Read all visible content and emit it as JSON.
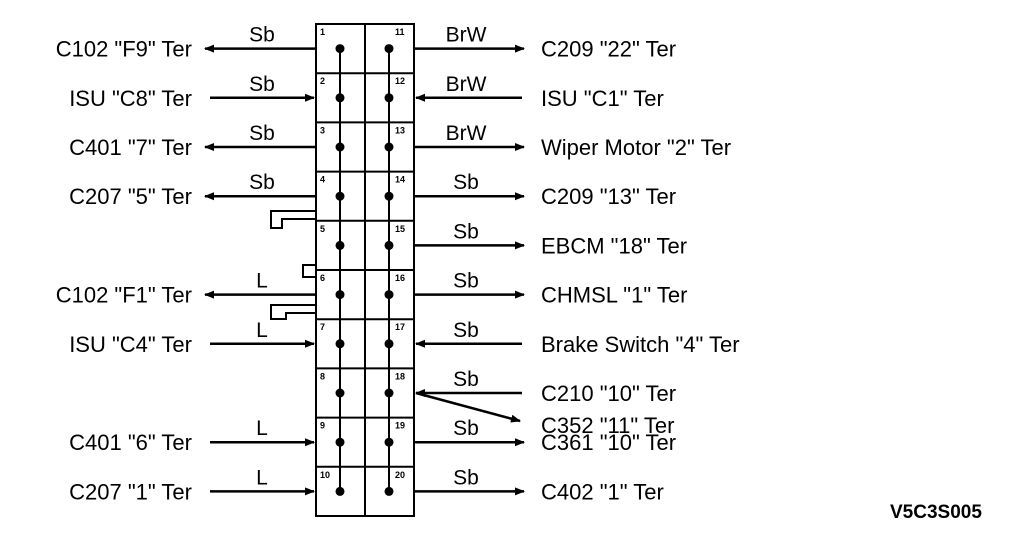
{
  "diagram": {
    "figure_id": "V5C3S005",
    "rows": [
      {
        "left_pin": "1",
        "right_pin": "11",
        "left_label": "C102 \"F9\" Ter",
        "left_wire": "Sb",
        "left_dir": "out",
        "right_label": "C209 \"22\" Ter",
        "right_wire": "BrW",
        "right_dir": "out"
      },
      {
        "left_pin": "2",
        "right_pin": "12",
        "left_label": "ISU \"C8\" Ter",
        "left_wire": "Sb",
        "left_dir": "in",
        "right_label": "ISU \"C1\" Ter",
        "right_wire": "BrW",
        "right_dir": "in"
      },
      {
        "left_pin": "3",
        "right_pin": "13",
        "left_label": "C401 \"7\" Ter",
        "left_wire": "Sb",
        "left_dir": "out",
        "right_label": "Wiper Motor \"2\" Ter",
        "right_wire": "BrW",
        "right_dir": "out"
      },
      {
        "left_pin": "4",
        "right_pin": "14",
        "left_label": "C207 \"5\" Ter",
        "left_wire": "Sb",
        "left_dir": "out",
        "right_label": "C209 \"13\" Ter",
        "right_wire": "Sb",
        "right_dir": "out"
      },
      {
        "left_pin": "5",
        "right_pin": "15",
        "left_label": "",
        "left_wire": "",
        "left_dir": "",
        "right_label": "EBCM \"18\" Ter",
        "right_wire": "Sb",
        "right_dir": "out"
      },
      {
        "left_pin": "6",
        "right_pin": "16",
        "left_label": "C102 \"F1\" Ter",
        "left_wire": "L",
        "left_dir": "out",
        "right_label": "CHMSL \"1\" Ter",
        "right_wire": "Sb",
        "right_dir": "out"
      },
      {
        "left_pin": "7",
        "right_pin": "17",
        "left_label": "ISU \"C4\" Ter",
        "left_wire": "L",
        "left_dir": "in",
        "right_label": "Brake Switch \"4\" Ter",
        "right_wire": "Sb",
        "right_dir": "in"
      },
      {
        "left_pin": "8",
        "right_pin": "18",
        "left_label": "",
        "left_wire": "",
        "left_dir": "",
        "right_label": "C210 \"10\" Ter",
        "right_wire": "Sb",
        "right_dir": "in"
      },
      {
        "left_pin": "9",
        "right_pin": "19",
        "left_label": "C401 \"6\" Ter",
        "left_wire": "L",
        "left_dir": "in",
        "right_label": "C361 \"10\" Ter",
        "right_wire": "Sb",
        "right_dir": "out"
      },
      {
        "left_pin": "10",
        "right_pin": "20",
        "left_label": "C207 \"1\" Ter",
        "left_wire": "L",
        "left_dir": "in",
        "right_label": "C402 \"1\" Ter",
        "right_wire": "Sb",
        "right_dir": "out"
      }
    ],
    "extra_output": {
      "label": "C352 \"11\" Ter",
      "from_pin": "18"
    }
  }
}
